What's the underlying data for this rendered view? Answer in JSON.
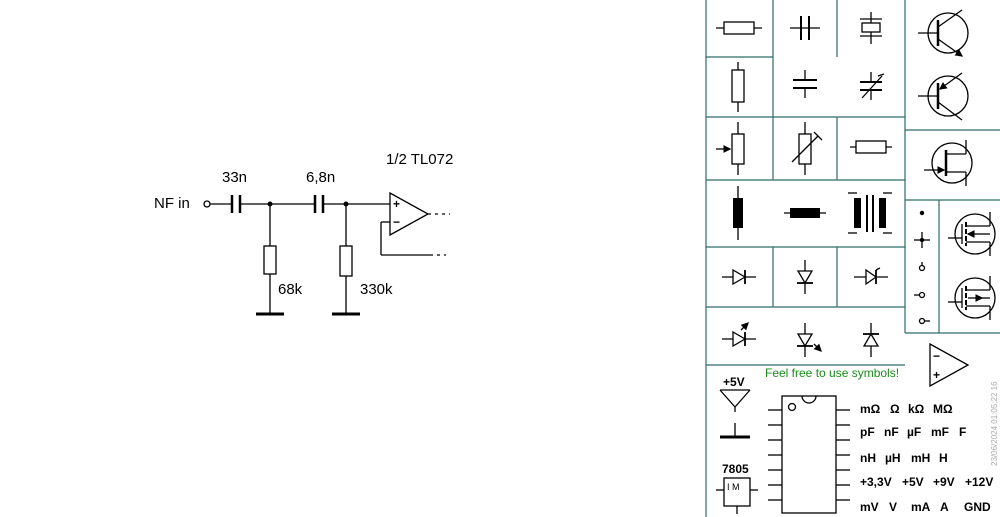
{
  "circuit": {
    "input_label": "NF in",
    "cap1": "33n",
    "cap2": "6,8n",
    "res1": "68k",
    "res2": "330k",
    "opamp_label": "1/2 TL072",
    "opamp_plus": "+",
    "opamp_minus": "−"
  },
  "palette": {
    "note": "Feel free to use symbols!",
    "serial": "23/06/2024 01:05:22 16",
    "regulator": "7805",
    "regulator_pin": "I M",
    "supply_label": "+5V",
    "opamp_minus": "−",
    "opamp_plus": "+",
    "units": {
      "row1": [
        "mΩ",
        "Ω",
        "kΩ",
        "MΩ"
      ],
      "row2": [
        "pF",
        "nF",
        "µF",
        "mF",
        "F"
      ],
      "row3": [
        "nH",
        "µH",
        "mH",
        "H"
      ],
      "row4": [
        "+3,3V",
        "+5V",
        "+9V",
        "+12V"
      ],
      "row5": [
        "mV",
        "V",
        "mA",
        "A",
        "GND"
      ]
    }
  }
}
